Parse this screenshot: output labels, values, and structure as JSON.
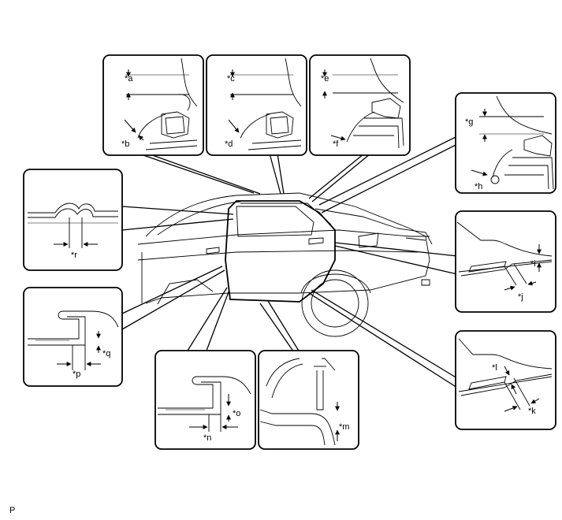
{
  "labels": {
    "a": "*a",
    "b": "*b",
    "c": "*c",
    "d": "*d",
    "e": "*e",
    "f": "*f",
    "g": "*g",
    "h": "*h",
    "i": "*i",
    "j": "*j",
    "k": "*k",
    "l": "*l",
    "m": "*m",
    "n": "*n",
    "o": "*o",
    "p": "*p",
    "q": "*q",
    "r": "*r"
  },
  "figure_code": "P"
}
